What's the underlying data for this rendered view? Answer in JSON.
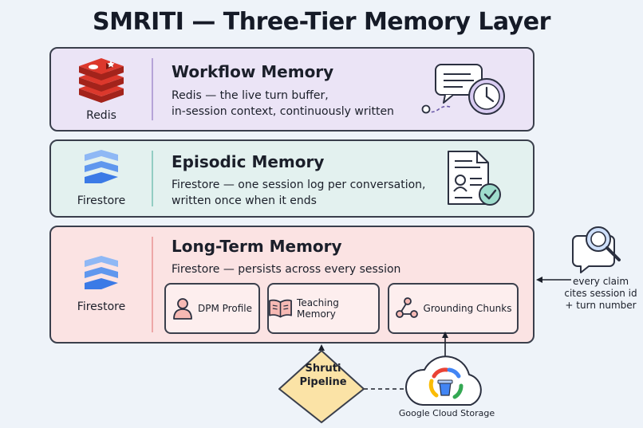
{
  "title": "SMRITI — Three-Tier Memory Layer",
  "tiers": [
    {
      "tech": "Redis",
      "heading": "Workflow Memory",
      "line1": "Redis — the live turn buffer,",
      "line2": "in-session context, continuously written",
      "logo_icon": "redis-logo-icon",
      "illustration_icon": "chat-clock-icon",
      "color": "#ebe4f6"
    },
    {
      "tech": "Firestore",
      "heading": "Episodic Memory",
      "line1": "Firestore — one session log per conversation,",
      "line2": "written once when it ends",
      "logo_icon": "firestore-logo-icon",
      "illustration_icon": "document-check-icon",
      "color": "#e3f1ef"
    },
    {
      "tech": "Firestore",
      "heading": "Long-Term Memory",
      "line1": "Firestore — persists across every session",
      "logo_icon": "firestore-logo-icon",
      "color": "#fbe3e3",
      "sub_stores": [
        {
          "label": "DPM Profile",
          "icon": "person-icon"
        },
        {
          "label": "Teaching Memory",
          "icon": "open-book-icon"
        },
        {
          "label": "Grounding Chunks",
          "icon": "graph-nodes-icon"
        }
      ]
    }
  ],
  "claim": {
    "line1": "every claim",
    "line2": "cites session id",
    "line3": "+ turn number",
    "icon": "chat-search-icon"
  },
  "pipeline": {
    "line1": "Shruti",
    "line2": "Pipeline",
    "color": "#fbe3a6"
  },
  "storage": {
    "label": "Google Cloud Storage",
    "icon": "google-cloud-storage-icon"
  }
}
